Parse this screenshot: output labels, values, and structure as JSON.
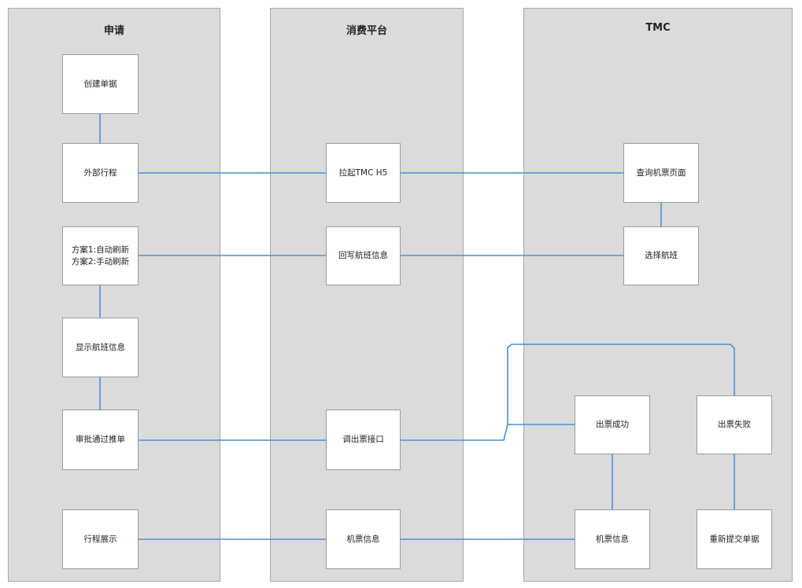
{
  "lanes": {
    "apply": "申请",
    "platform": "消费平台",
    "tmc": "TMC"
  },
  "nodes": {
    "create_doc": "创建单据",
    "external_trip": "外部行程",
    "plan_auto": "方案1:自动刷新",
    "plan_manual": "方案2:手动刷新",
    "show_flight": "显示航班信息",
    "approve_push": "审批通过推单",
    "trip_display": "行程展示",
    "launch_tmc": "拉起TMC H5",
    "writeback_flight": "回写航班信息",
    "call_ticket_api": "调出票接口",
    "ticket_info_platform": "机票信息",
    "query_ticket_page": "查询机票页面",
    "select_flight": "选择航班",
    "ticket_success": "出票成功",
    "ticket_fail": "出票失败",
    "ticket_info_tmc": "机票信息",
    "resubmit_doc": "重新提交单据"
  },
  "colors": {
    "connector": "#4a90d9",
    "lane_fill": "#dbdbdb",
    "node_fill": "#ffffff"
  }
}
